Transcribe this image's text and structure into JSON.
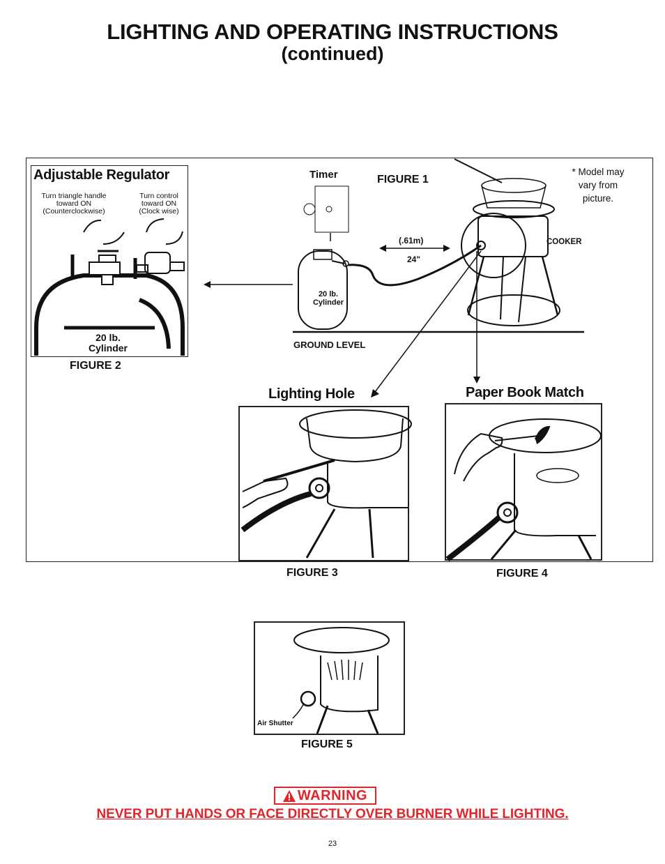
{
  "title": "LIGHTING AND OPERATING INSTRUCTIONS",
  "subtitle": "(continued)",
  "figure1": {
    "label": "FIGURE 1",
    "timer": "Timer",
    "distance_m": "(.61m)",
    "distance_in": "24\"",
    "cylinder_line1": "20 lb.",
    "cylinder_line2": "Cylinder",
    "ground": "GROUND LEVEL",
    "cooker": "COOKER",
    "note_line1": "* Model may",
    "note_line2": "vary from",
    "note_line3": "picture."
  },
  "figure2": {
    "label": "FIGURE 2",
    "heading": "Adjustable Regulator",
    "left_line1": "Turn triangle handle",
    "left_line2": "toward ON",
    "left_line3": "(Counterclockwise)",
    "right_line1": "Turn control",
    "right_line2": "toward ON",
    "right_line3": "(Clock wise)",
    "cylinder_line1": "20 lb.",
    "cylinder_line2": "Cylinder"
  },
  "figure3": {
    "label": "FIGURE 3",
    "heading": "Lighting Hole"
  },
  "figure4": {
    "label": "FIGURE 4",
    "heading": "Paper Book Match"
  },
  "figure5": {
    "label": "FIGURE 5",
    "air_shutter": "Air Shutter"
  },
  "warning": {
    "badge": "WARNING",
    "text": "NEVER PUT HANDS OR FACE DIRECTLY OVER BURNER WHILE LIGHTING.",
    "color": "#e4242b"
  },
  "page_number": "23"
}
